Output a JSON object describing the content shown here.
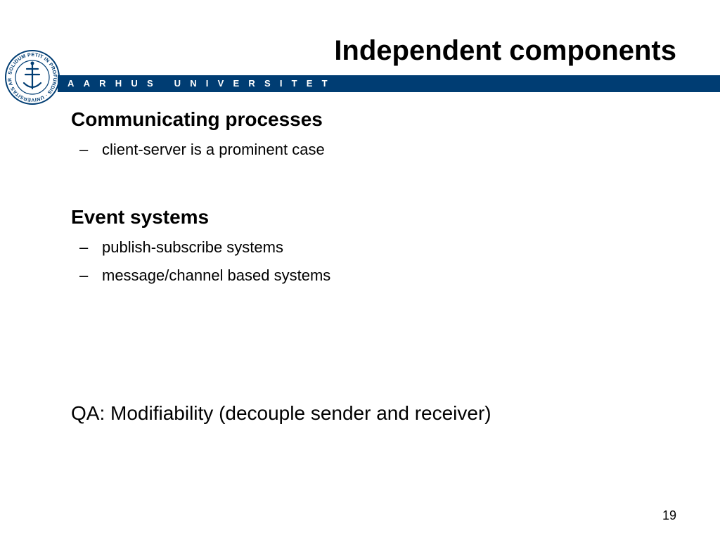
{
  "slide": {
    "title": "Independent components",
    "page_number": "19"
  },
  "branding": {
    "banner_text": "AARHUS UNIVERSITET",
    "banner_color": "#003d73",
    "seal_text": "SOLIDUM PETIT IN PROFUNDIS · UNIVERSITAS ARHUSIENSIS",
    "seal_icon": "anchor-cross-seal-icon"
  },
  "sections": [
    {
      "heading": "Communicating processes",
      "items": [
        "client-server is a prominent case"
      ]
    },
    {
      "heading": "Event systems",
      "items": [
        "publish-subscribe systems",
        "message/channel based systems"
      ]
    }
  ],
  "qa": "QA: Modifiability (decouple sender and receiver)",
  "bullet_char": "–"
}
